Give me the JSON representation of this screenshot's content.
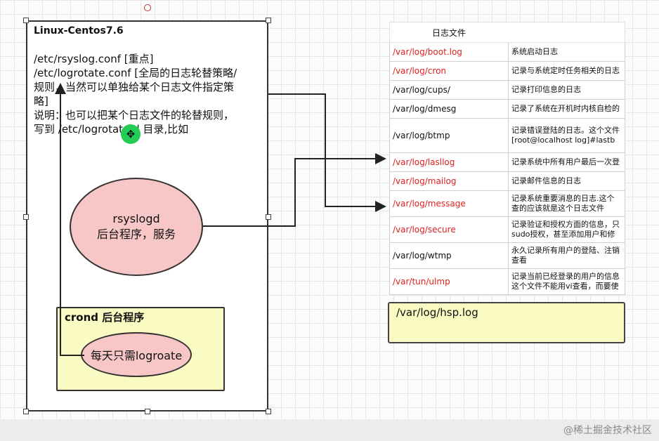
{
  "frame": {
    "title": "Linux-Centos7.6"
  },
  "notes": {
    "line1": "/etc/rsyslog.conf [重点]",
    "line2": "/etc/logrotate.conf [全局的日志轮替策略/",
    "line3": "规则，当然可以单独给某个日志文件指定策",
    "line4": "略]",
    "line5": "说明：也可以把某个日志文件的轮替规则，",
    "line6": "写到 /etc/logrotate.d 目录,比如"
  },
  "cursor": {
    "glyph": "✥"
  },
  "rsyslogd": {
    "name": "rsyslogd",
    "desc": "后台程序，服务"
  },
  "crond": {
    "label": "crond 后台程序",
    "task": "每天只需logroate"
  },
  "table": {
    "header": "日志文件",
    "rows": [
      {
        "path": "/var/log/boot.log",
        "red": true,
        "desc": [
          "系统启动日志"
        ]
      },
      {
        "path": "/var/log/cron",
        "red": true,
        "desc": [
          "记录与系统定时任务相关的日志"
        ]
      },
      {
        "path": "/var/log/cups/",
        "red": false,
        "desc": [
          "记录打印信息的日志"
        ]
      },
      {
        "path": "/var/log/dmesg",
        "red": false,
        "desc": [
          "记录了系统在开机时内核自检的"
        ]
      },
      {
        "path": "/var/log/btmp",
        "red": false,
        "desc": [
          "记录错误登陆的日志。这个文件",
          "[root@localhost log]#lastb"
        ]
      },
      {
        "path": "/var/log/lasllog",
        "red": true,
        "desc": [
          "记录系统中所有用户最后一次登"
        ]
      },
      {
        "path": "/var/log/mailog",
        "red": true,
        "desc": [
          "记录邮件信息的日志"
        ]
      },
      {
        "path": "/var/log/message",
        "red": true,
        "desc": [
          "记录系统重要消息的日志.这个",
          "查的应该就是这个日志文件"
        ]
      },
      {
        "path": "/var/log/secure",
        "red": true,
        "desc": [
          "记录验证和授权方面的信息，只",
          "sudo授权，甚至添加用户和修"
        ]
      },
      {
        "path": "/var/log/wtmp",
        "red": false,
        "desc": [
          "永久记录所有用户的登陆、注销",
          "查看"
        ]
      },
      {
        "path": "/var/tun/ulmp",
        "red": true,
        "desc": [
          "记录当前已经登录的用户的信息",
          "这个文件不能用vi查看，而要使"
        ]
      }
    ]
  },
  "hsp": {
    "label": "/var/log/hsp.log"
  },
  "watermark": "@稀土掘金技术社区",
  "colors": {
    "red_path": "#e02020",
    "pink_node": "#f7c6c6",
    "yellow_box": "#fafac3"
  }
}
